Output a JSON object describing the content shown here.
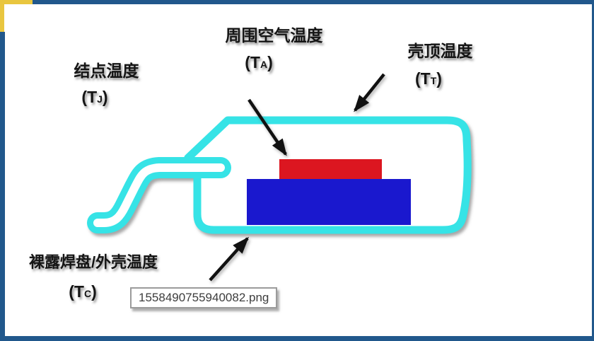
{
  "diagram": {
    "labels": {
      "ambient": {
        "name": "周围空气温度",
        "sym_pre": "(T",
        "sym_sub": "A",
        "sym_post": ")"
      },
      "case_top": {
        "name": "壳顶温度",
        "sym_pre": "(T",
        "sym_sub": "T",
        "sym_post": ")"
      },
      "junction": {
        "name": "结点温度",
        "sym_pre": "(T",
        "sym_sub": "J",
        "sym_post": ")"
      },
      "exposed_pad": {
        "name": "裸露焊盘/外壳温度",
        "sym_pre": "(T",
        "sym_sub": "C",
        "sym_post": ")"
      }
    }
  },
  "tooltip": {
    "filename": "1558490755940082.png"
  },
  "colors": {
    "frame_navy": "#21588C",
    "corner_yellow": "#E9C63F",
    "package_outline_cyan": "#36E3E6",
    "package_fill": "#FFFFFF",
    "die_red": "#DC1620",
    "pad_blue": "#1A18CE",
    "arrow_black": "#111111",
    "text": "#151515"
  }
}
